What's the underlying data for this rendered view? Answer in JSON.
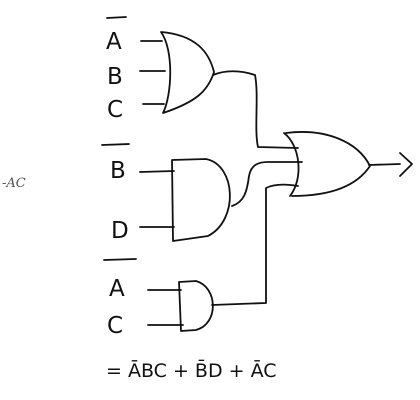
{
  "diagram": {
    "left_fragment": "-AC",
    "gate1": {
      "type": "OR",
      "inputs": [
        "A",
        "B",
        "C"
      ],
      "input_negated": [
        true,
        false,
        false
      ]
    },
    "gate2": {
      "type": "AND",
      "inputs": [
        "B",
        "D"
      ],
      "input_negated": [
        true,
        false
      ]
    },
    "gate3": {
      "type": "AND",
      "inputs": [
        "A",
        "C"
      ],
      "input_negated": [
        true,
        false
      ]
    },
    "gate4": {
      "type": "OR",
      "output_arrow": true
    },
    "equation": "= ĀBC + B̄D + ĀC"
  }
}
